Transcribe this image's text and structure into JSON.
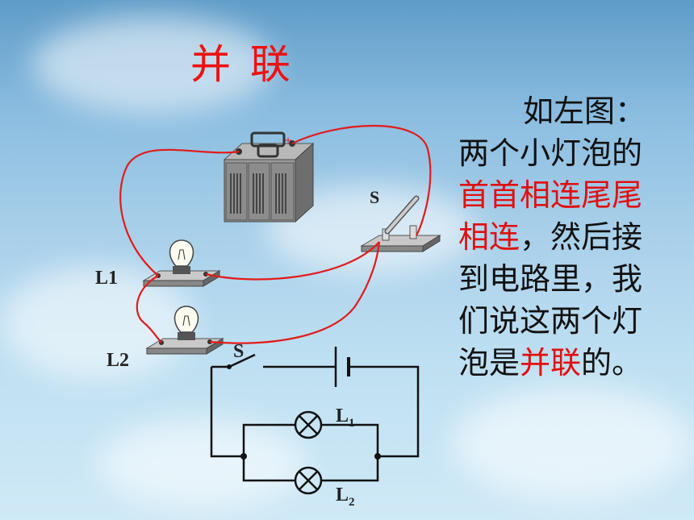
{
  "title": "并 联",
  "description": {
    "line1": "如左图：",
    "line2": "两个小灯泡的",
    "line3": "首首相连尾尾",
    "line4a": "相连",
    "line4b": "，然后接",
    "line5": "到电路里，我",
    "line6": "们说这两个灯",
    "line7a": "泡是",
    "line7b": "并联",
    "line7c": "的。"
  },
  "labels": {
    "switch_pic": "S",
    "lamp1_pic": "L1",
    "lamp2_pic": "L2",
    "battery_plus": "+",
    "schematic_switch": "S",
    "schematic_l1": "L",
    "schematic_l1_sub": "1",
    "schematic_l2": "L",
    "schematic_l2_sub": "2"
  },
  "colors": {
    "wire": "#e21b1b",
    "emphasis": "#e01010",
    "schematic": "#111111"
  }
}
